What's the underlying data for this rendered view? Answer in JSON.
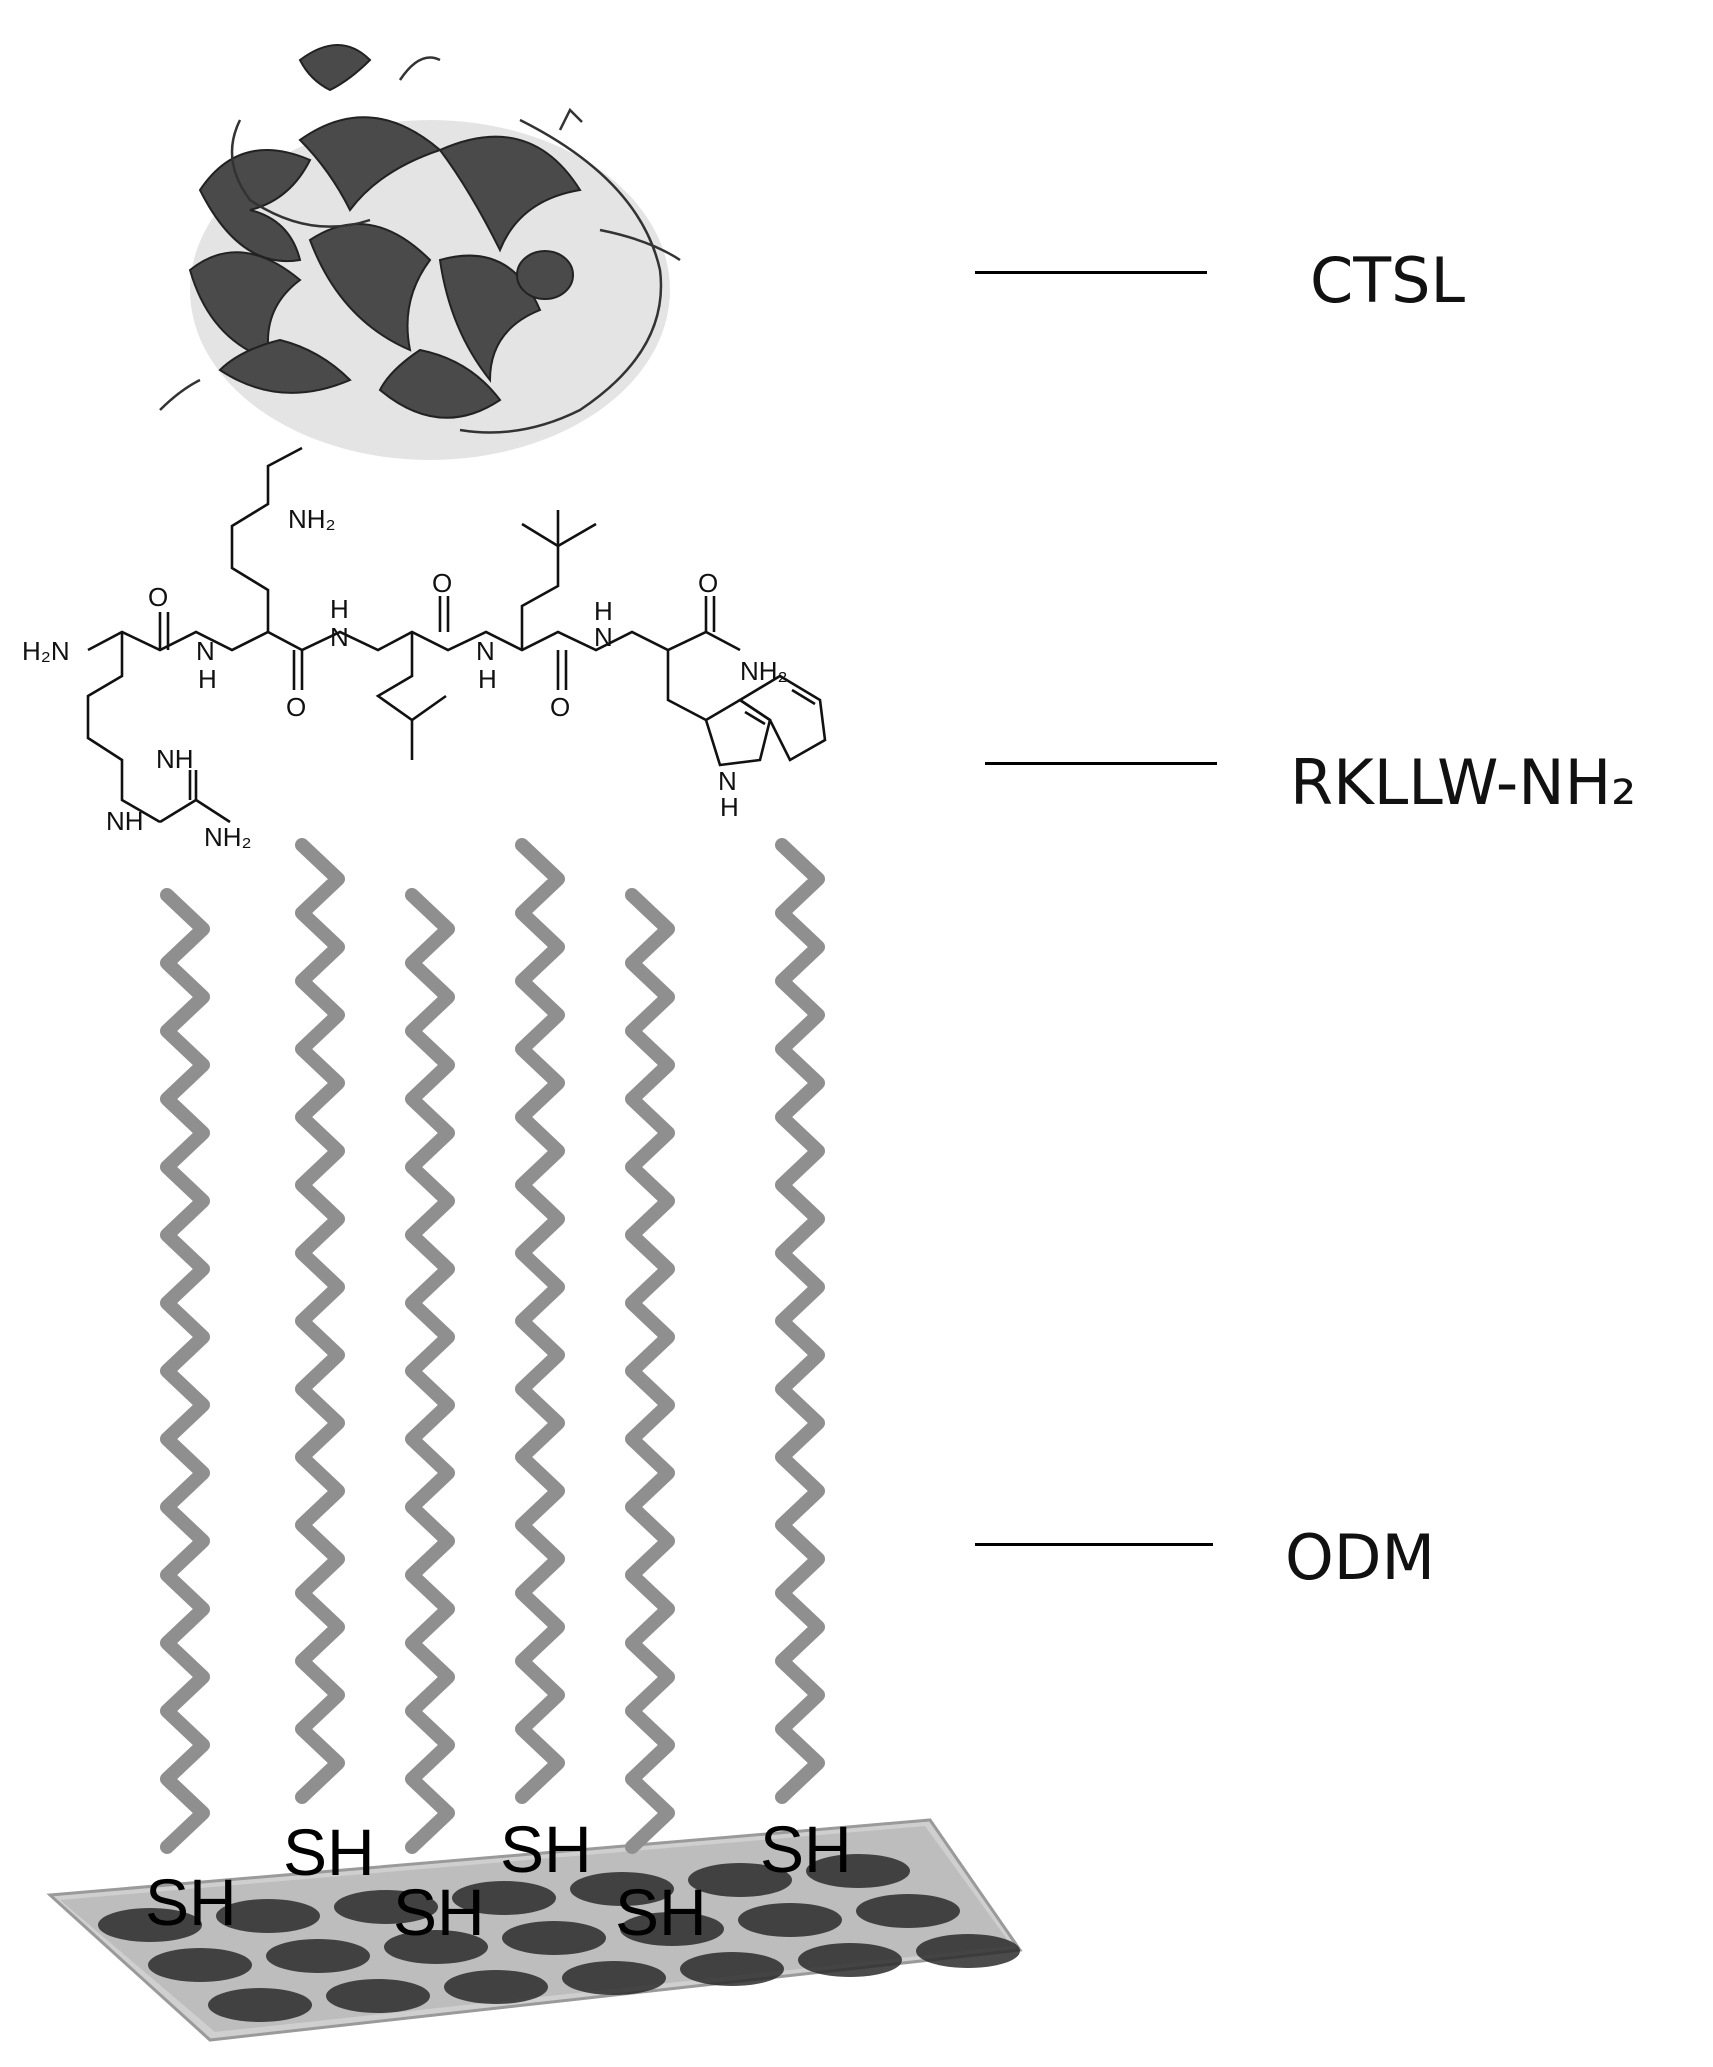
{
  "labels": {
    "enzyme": "CTSL",
    "peptide": "RKLLW-NH₂",
    "monolayer": "ODM"
  },
  "chem_text": {
    "h2n_left": "H₂N",
    "nh2_lys": "NH₂",
    "nh2_guan": "NH₂",
    "nh2_term": "NH₂",
    "nh": "NH",
    "n": "N",
    "h": "H",
    "o": "O"
  },
  "thiols": [
    "SH",
    "SH",
    "SH",
    "SH",
    "SH",
    "SH"
  ],
  "colors": {
    "chain": "#8f8f8f",
    "protein": "#4a4a4a",
    "substrate": "#c9c9c9",
    "substrate_spots": "#2b2b2b"
  }
}
